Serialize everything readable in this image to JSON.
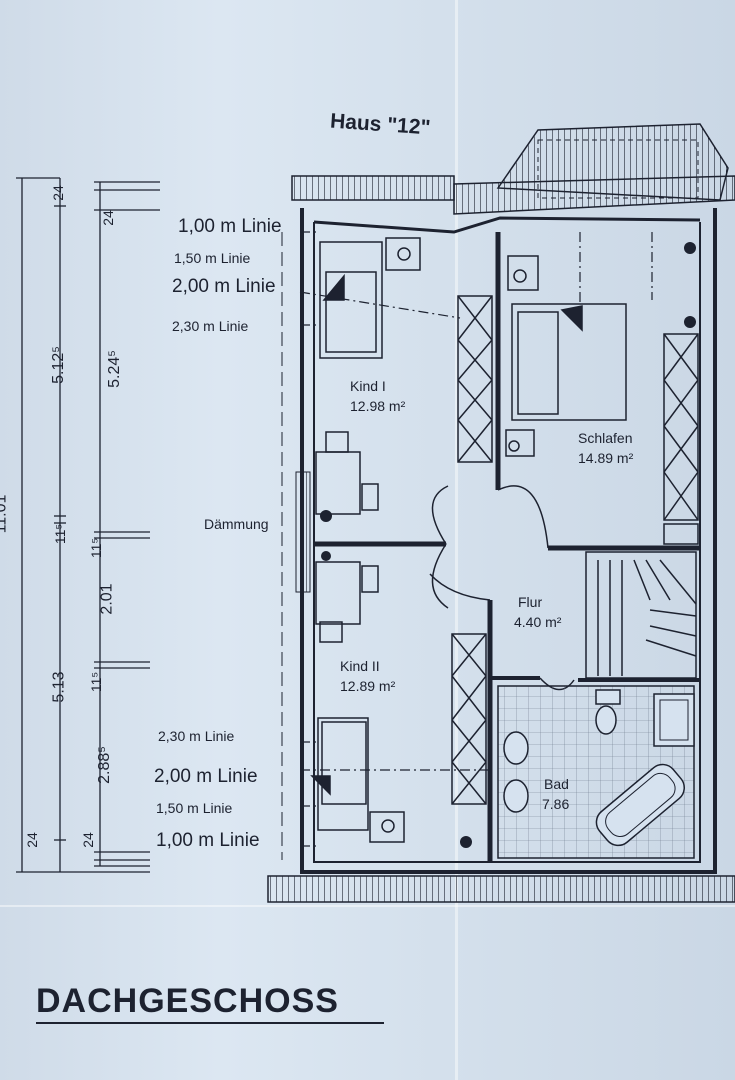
{
  "header": {
    "house": "Haus \"12\""
  },
  "title": "DACHGESCHOSS",
  "rooms": {
    "kind1": {
      "name": "Kind I",
      "area": "12.98 m²"
    },
    "kind2": {
      "name": "Kind II",
      "area": "12.89 m²"
    },
    "schlafen": {
      "name": "Schlafen",
      "area": "14.89 m²"
    },
    "flur": {
      "name": "Flur",
      "area": "4.40 m²"
    },
    "bad": {
      "name": "Bad",
      "area": "7.86"
    }
  },
  "height_lines_top": [
    "1,00 m Linie",
    "1,50 m Linie",
    "2,00 m Linie",
    "2,30 m Linie"
  ],
  "height_lines_bottom": [
    "2,30 m Linie",
    "2,00 m Linie",
    "1,50 m Linie",
    "1,00 m Linie"
  ],
  "insulation_label": "Dämmung",
  "dimensions": {
    "total": "11.01",
    "col1": [
      "24",
      "5.12⁵",
      "11⁵",
      "5.13",
      "24"
    ],
    "col2": [
      "24",
      "5.24⁵",
      "11⁵",
      "2.01",
      "11⁵",
      "2.88⁵",
      "24"
    ]
  }
}
